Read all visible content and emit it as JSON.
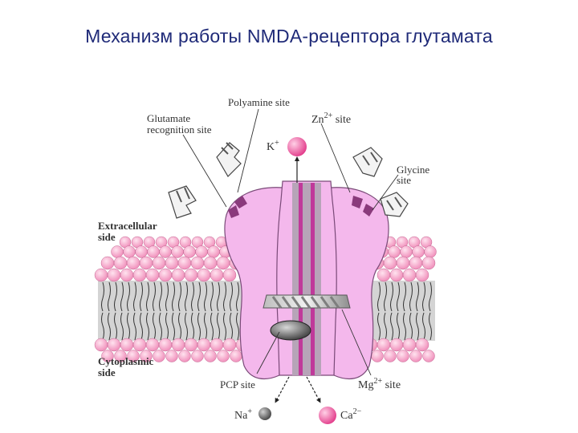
{
  "slide": {
    "title": "Механизм работы NMDA-рецептора глутамата"
  },
  "diagram": {
    "labels": {
      "polyamine_site": "Polyamine site",
      "glutamate_line1": "Glutamate",
      "glutamate_line2": "recognition site",
      "zn_base": "Zn",
      "zn_sup": "2+",
      "zn_suffix": " site",
      "k_base": "K",
      "k_sup": "+",
      "glycine_line1": "Glycine",
      "glycine_line2": "site",
      "extracellular_line1": "Extracellular",
      "extracellular_line2": "side",
      "cytoplasmic_line1": "Cytoplasmic",
      "cytoplasmic_line2": "side",
      "pcp_site": "PCP site",
      "mg_base": "Mg",
      "mg_sup": "2+",
      "mg_suffix": " site",
      "na_base": "Na",
      "na_sup": "+",
      "ca_base": "Ca",
      "ca_sup": "2−"
    },
    "colors": {
      "receptor_pink": "#f4b8ec",
      "receptor_outline": "#7a4a78",
      "channel_purple": "#c0399a",
      "channel_gray": "#b7a4b8",
      "notch_purple": "#8a3a7c",
      "lipid_head": "#f5a9c8",
      "membrane_gray": "#d4d4d4",
      "ion_pink": "#f06aa8",
      "ion_gray": "#666666",
      "title_blue": "#1f2a78"
    }
  }
}
